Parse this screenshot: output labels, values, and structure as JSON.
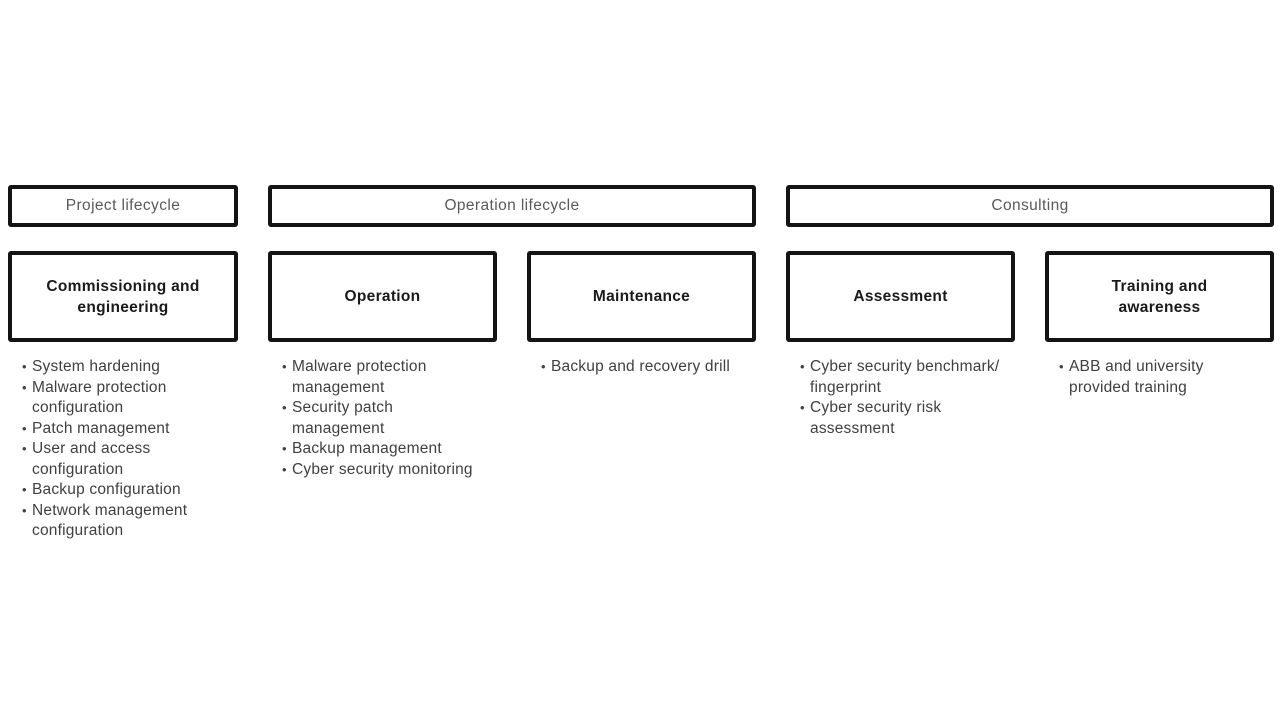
{
  "bullet_char": "•",
  "colors": {
    "background": "#ffffff",
    "box_border": "#141414",
    "header_text": "#595959",
    "title_text": "#1a1a1a",
    "bullet_text": "#404040"
  },
  "headers": [
    {
      "label": "Project lifecycle"
    },
    {
      "label": "Operation lifecycle"
    },
    {
      "label": "Consulting"
    }
  ],
  "columns": [
    {
      "title": "Commissioning and\nengineering",
      "items": [
        "System hardening",
        "Malware protection\nconfiguration",
        "Patch management",
        "User and access\nconfiguration",
        "Backup configuration",
        "Network management\nconfiguration"
      ]
    },
    {
      "title": "Operation",
      "items": [
        "Malware protection\nmanagement",
        "Security patch\nmanagement",
        "Backup management",
        "Cyber security monitoring"
      ]
    },
    {
      "title": "Maintenance",
      "items": [
        "Backup and recovery drill"
      ]
    },
    {
      "title": "Assessment",
      "items": [
        "Cyber security benchmark/\nfingerprint",
        "Cyber security risk\nassessment"
      ]
    },
    {
      "title": "Training and\nawareness",
      "items": [
        "ABB and university\nprovided training"
      ]
    }
  ]
}
